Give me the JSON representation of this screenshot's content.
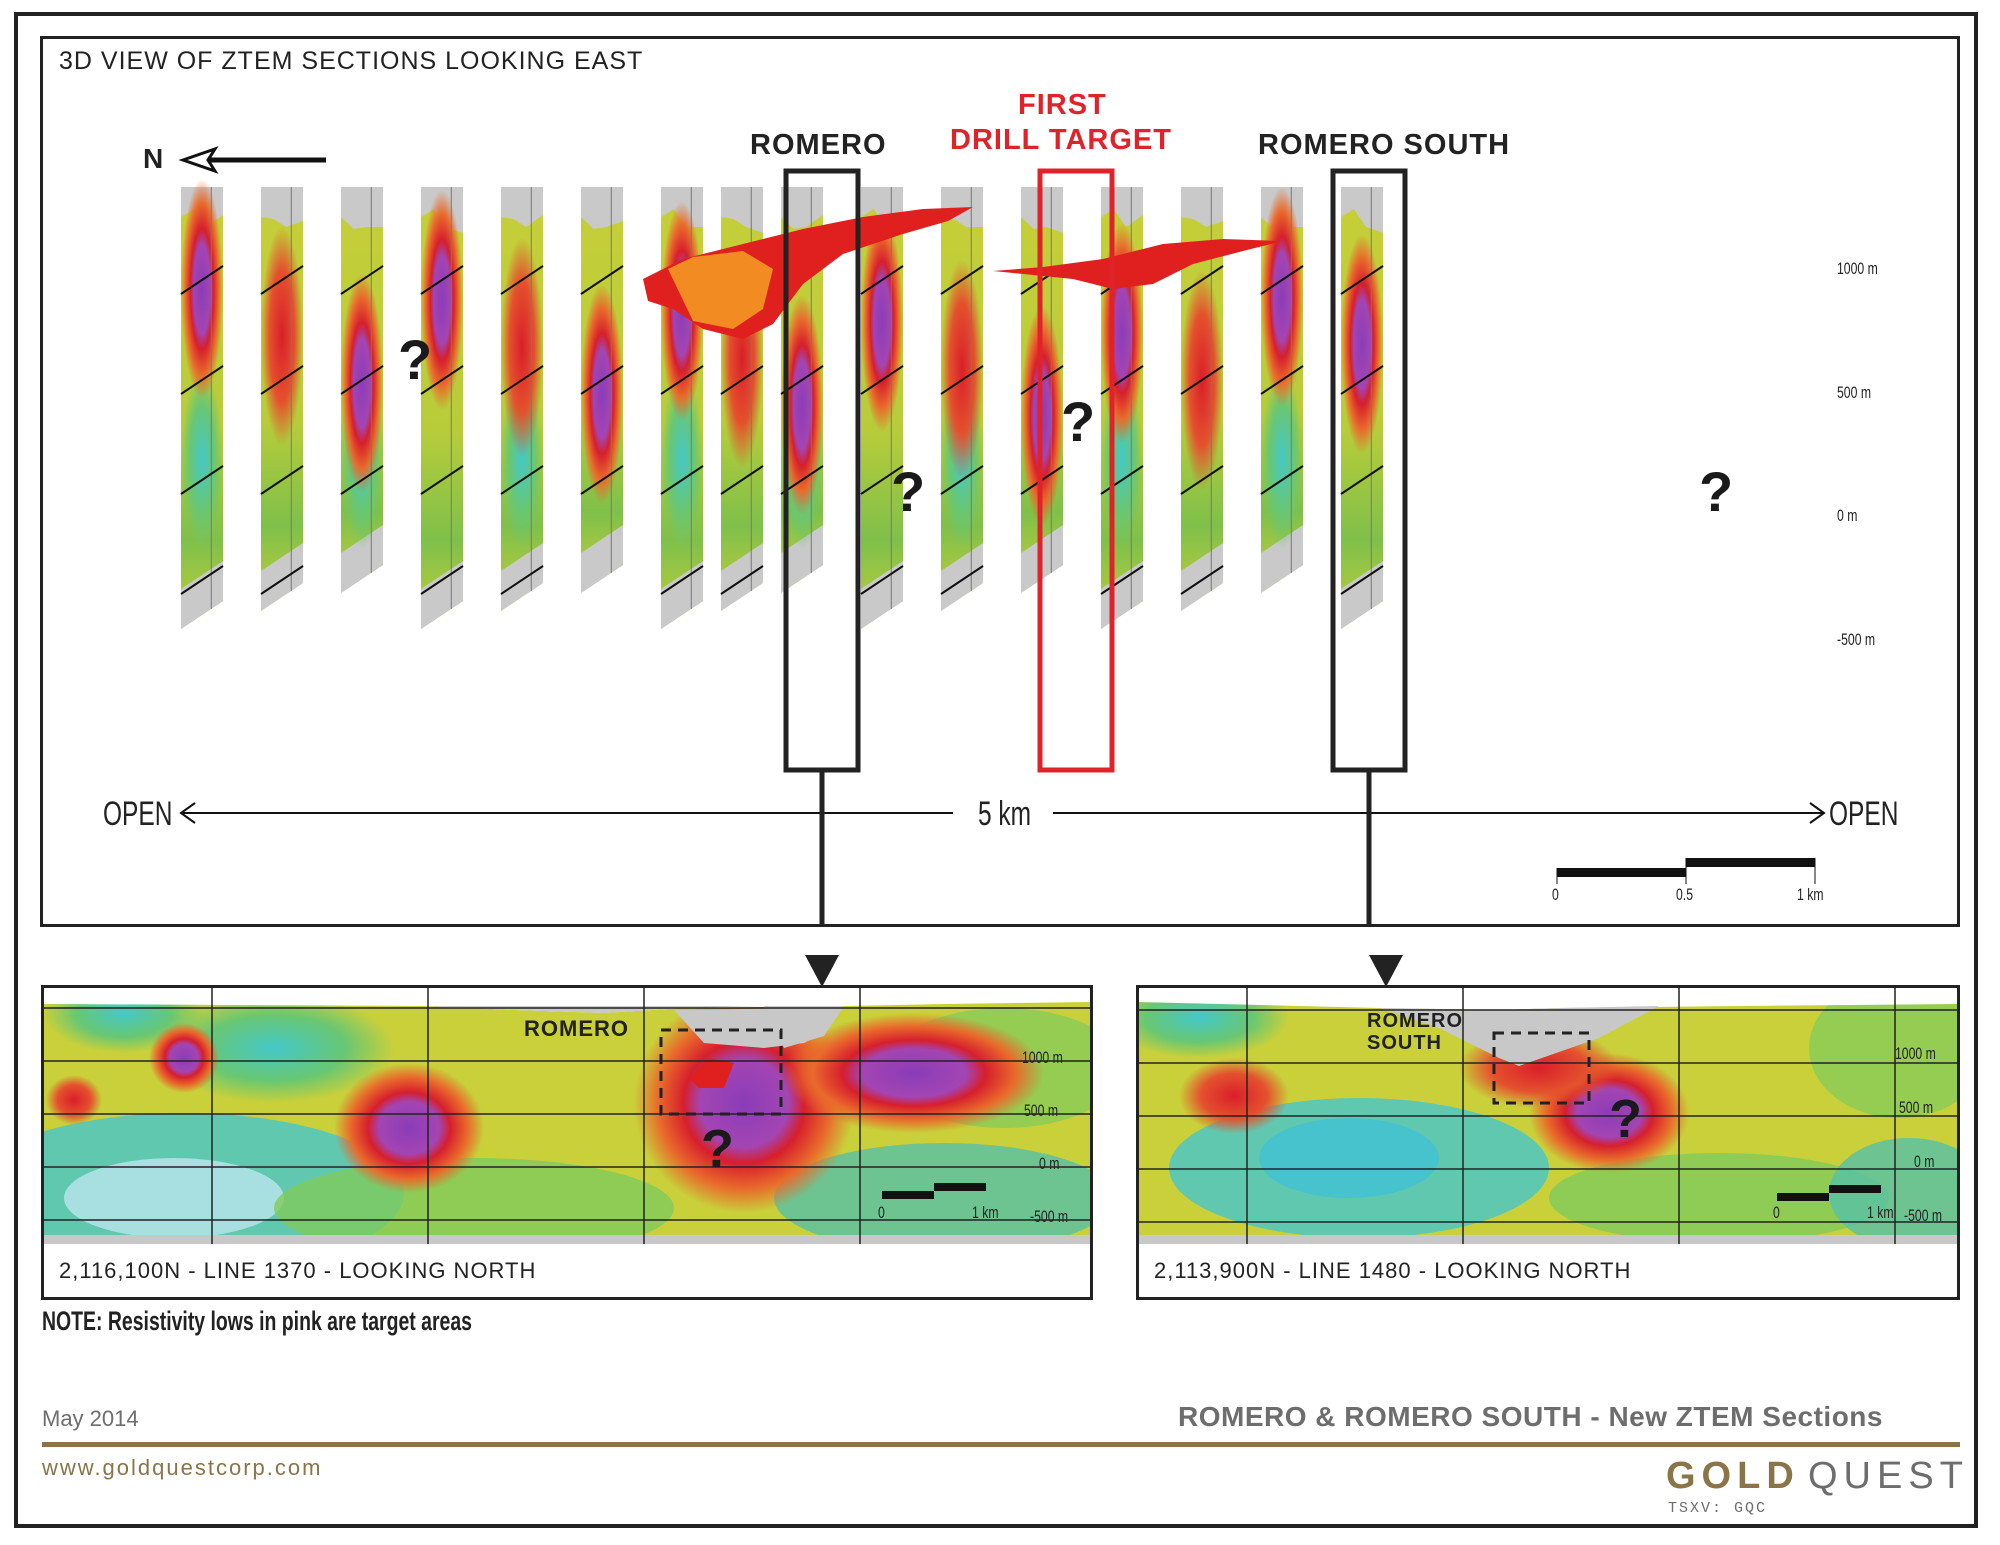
{
  "top_panel": {
    "title": "3D VIEW OF ZTEM SECTIONS LOOKING EAST",
    "north_label": "N",
    "labels": {
      "romero": "ROMERO",
      "first_drill_target": [
        "FIRST",
        "DRILL TARGET"
      ],
      "romero_south": "ROMERO SOUTH"
    },
    "elevation_ticks": [
      "1000 m",
      "500 m",
      "0 m",
      "-500 m"
    ],
    "extent": {
      "left": "OPEN",
      "middle": "5 km",
      "right": "OPEN"
    },
    "scale_bar": {
      "ticks": [
        "0",
        "0.5",
        "1 km"
      ]
    },
    "question_mark": "?"
  },
  "bottom_left": {
    "caption": "2,116,100N - LINE 1370 - LOOKING NORTH",
    "target_label": "ROMERO",
    "elevation_ticks": [
      "1000 m",
      "500 m",
      "0 m",
      "-500 m"
    ],
    "scale_bar": {
      "ticks": [
        "0",
        "1 km"
      ]
    },
    "question_mark": "?"
  },
  "bottom_right": {
    "caption": "2,113,900N - LINE 1480 - LOOKING NORTH",
    "target_label": [
      "ROMERO",
      "SOUTH"
    ],
    "elevation_ticks": [
      "1000 m",
      "500 m",
      "0 m",
      "-500 m"
    ],
    "scale_bar": {
      "ticks": [
        "0",
        "1 km"
      ]
    },
    "question_mark": "?"
  },
  "note": "NOTE: Resistivity lows in pink are target areas",
  "footer": {
    "date": "May 2014",
    "title": "ROMERO & ROMERO SOUTH - New ZTEM Sections",
    "website": "www.goldquestcorp.com",
    "logo": {
      "gold": "GOLD",
      "quest": "QUEST",
      "ticker": "TSXV: GQC"
    }
  },
  "colors": {
    "resistivity_low": "#9b3fb5",
    "red_anomaly": "#e0201f",
    "yellow_green": "#c9cf3a",
    "cyan_high": "#47c9c9",
    "green": "#59b84d",
    "highlight_red": "#e0232a",
    "gold_rule": "#8a7448",
    "footer_gray": "#6d6d6d"
  }
}
